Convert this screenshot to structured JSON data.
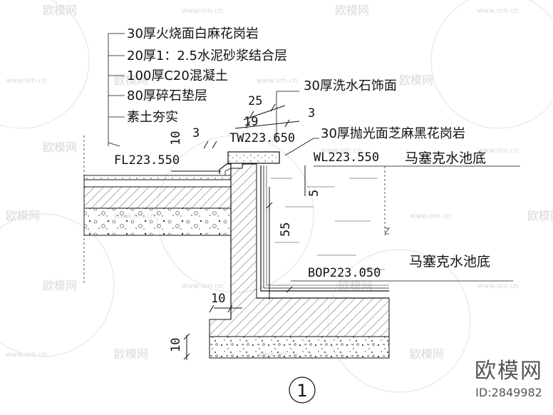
{
  "layers": [
    "30厚火烧面白麻花岗岩",
    "20厚1：2.5水泥砂浆结合层",
    "100厚C20混凝土",
    "80厚碎石垫层",
    "素土夯实"
  ],
  "finishes": {
    "wash_stone": "30厚洗水石饰面",
    "coping_stone": "30厚抛光面芝麻黑花岗岩"
  },
  "levels": {
    "tw": "TW223.650",
    "fl": "FL223.550",
    "wl": "WL223.550",
    "bop": "BOP223.050"
  },
  "labels": {
    "mosaic_top": "马塞克水池底",
    "mosaic_bottom": "马塞克水池底"
  },
  "dims": {
    "d25": "25",
    "d19": "19",
    "d3a": "3",
    "d3b": "3",
    "d10a": "10",
    "d5": "5",
    "d55": "55",
    "d10b": "10",
    "d10c": "10"
  },
  "detail_number": "1",
  "watermark": {
    "brand": "欧模网",
    "site": "www.om.cn"
  },
  "brand": {
    "name": "欧模网",
    "id": "ID:2849982"
  },
  "colors": {
    "line": "#111111",
    "watermark": "#d9d9d9"
  }
}
